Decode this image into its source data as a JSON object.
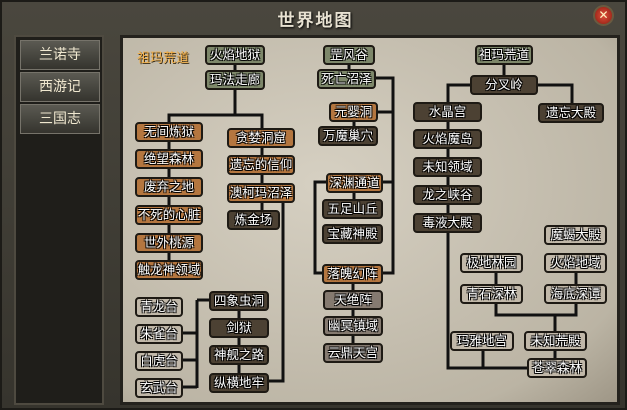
{
  "title": "世界地图",
  "close_icon": "✕",
  "sidebar": [
    "兰诺寺",
    "西游记",
    "三国志"
  ],
  "region_label": "祖玛荒道",
  "nodes": {
    "a1": "火焰地狱",
    "a2": "玛法走廊",
    "a3": "无间炼狱",
    "a4": "绝望森林",
    "a5": "废弃之地",
    "a6": "不死的心脏",
    "a7": "世外桃源",
    "a8": "触龙神领域",
    "a9": "贪婪洞窟",
    "a10": "遗忘的信仰",
    "a11": "澳柯玛沼泽",
    "a12": "炼金场",
    "b1": "青龙台",
    "b2": "朱雀台",
    "b3": "白虎台",
    "b4": "玄武台",
    "b5": "四象虫洞",
    "b6": "剑狱",
    "b7": "神舰之路",
    "b8": "纵横地牢",
    "c1": "罡风谷",
    "c2": "死亡沼泽",
    "c3": "元婴洞",
    "c4": "万魔巢穴",
    "c5": "深渊通道",
    "c6": "五足山丘",
    "c7": "宝藏神殿",
    "c8": "落魄幻阵",
    "c9": "天绝阵",
    "c10": "幽冥镇域",
    "c11": "云鼎天宫",
    "d1": "祖玛荒道",
    "d2": "分叉岭",
    "d3": "水晶宫",
    "d4": "遗忘大殿",
    "d5": "火焰魔岛",
    "d6": "未知领域",
    "d7": "龙之峡谷",
    "d8": "毒液大殿",
    "d9": "魔蝎大殿",
    "d10": "极地林园",
    "d11": "火焰地域",
    "d12": "青石深林",
    "d13": "海底深谭",
    "d14": "玛雅地宫",
    "d15": "未知荒殿",
    "d16": "苍翠森林"
  },
  "colors": {
    "green": "#7d876a",
    "orange": "#b4763f",
    "dark": "#4c4133",
    "light": "#c1b8a9",
    "mauve": "#857a70"
  }
}
